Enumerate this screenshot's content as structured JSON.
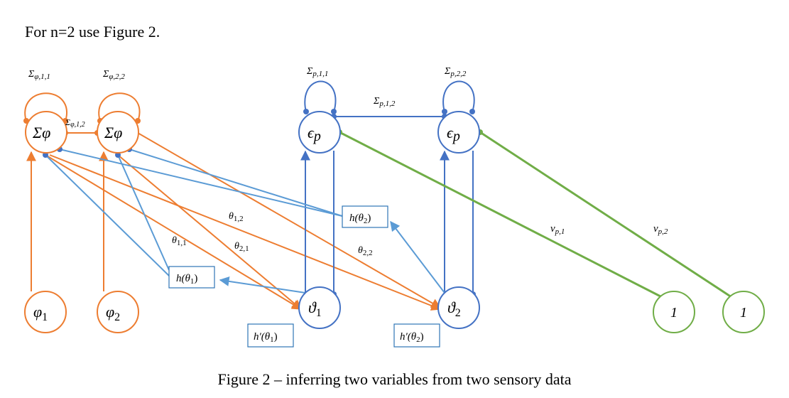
{
  "intro": "For n=2 use Figure 2.",
  "caption": "Figure 2 – inferring two variables from two sensory data",
  "colors": {
    "orange": "#ed7d31",
    "blue": "#4472c4",
    "light_blue": "#5b9bd5",
    "green": "#70ad47"
  },
  "nodes": {
    "sigma_phi_1": {
      "main": "Σ",
      "sub": "φ"
    },
    "sigma_phi_2": {
      "main": "Σ",
      "sub": "φ"
    },
    "eps_p_1": {
      "main": "ϵ",
      "sub": "p"
    },
    "eps_p_2": {
      "main": "ϵ",
      "sub": "p"
    },
    "phi_1": {
      "main": "φ",
      "sub": "1"
    },
    "phi_2": {
      "main": "φ",
      "sub": "2"
    },
    "theta_1": {
      "main": "ϑ",
      "sub": "1"
    },
    "theta_2": {
      "main": "ϑ",
      "sub": "2"
    },
    "one_1": {
      "main": "1"
    },
    "one_2": {
      "main": "1"
    }
  },
  "boxes": {
    "h_theta_1": {
      "pre": "h(θ",
      "sub": "1",
      "post": ")"
    },
    "h_theta_2": {
      "pre": "h(θ",
      "sub": "2",
      "post": ")"
    },
    "hp_theta_1": {
      "pre": "h′(θ",
      "sub": "1",
      "post": ")"
    },
    "hp_theta_2": {
      "pre": "h′(θ",
      "sub": "2",
      "post": ")"
    }
  },
  "labels": {
    "sigma_phi_11": {
      "main": "Σ",
      "sub": "φ,1,1"
    },
    "sigma_phi_22": {
      "main": "Σ",
      "sub": "φ,2,2"
    },
    "sigma_phi_12": {
      "main": "Σ",
      "sub": "φ,1,2"
    },
    "sigma_p_11": {
      "main": "Σ",
      "sub": "p,1,1"
    },
    "sigma_p_22": {
      "main": "Σ",
      "sub": "p,2,2"
    },
    "sigma_p_12": {
      "main": "Σ",
      "sub": "p,1,2"
    },
    "theta_11": {
      "main": "θ",
      "sub": "1,1"
    },
    "theta_12": {
      "main": "θ",
      "sub": "1,2"
    },
    "theta_21": {
      "main": "θ",
      "sub": "2,1"
    },
    "theta_22": {
      "main": "θ",
      "sub": "2,2"
    },
    "v_p1": {
      "main": "v",
      "sub": "p,1"
    },
    "v_p2": {
      "main": "v",
      "sub": "p,2"
    }
  }
}
